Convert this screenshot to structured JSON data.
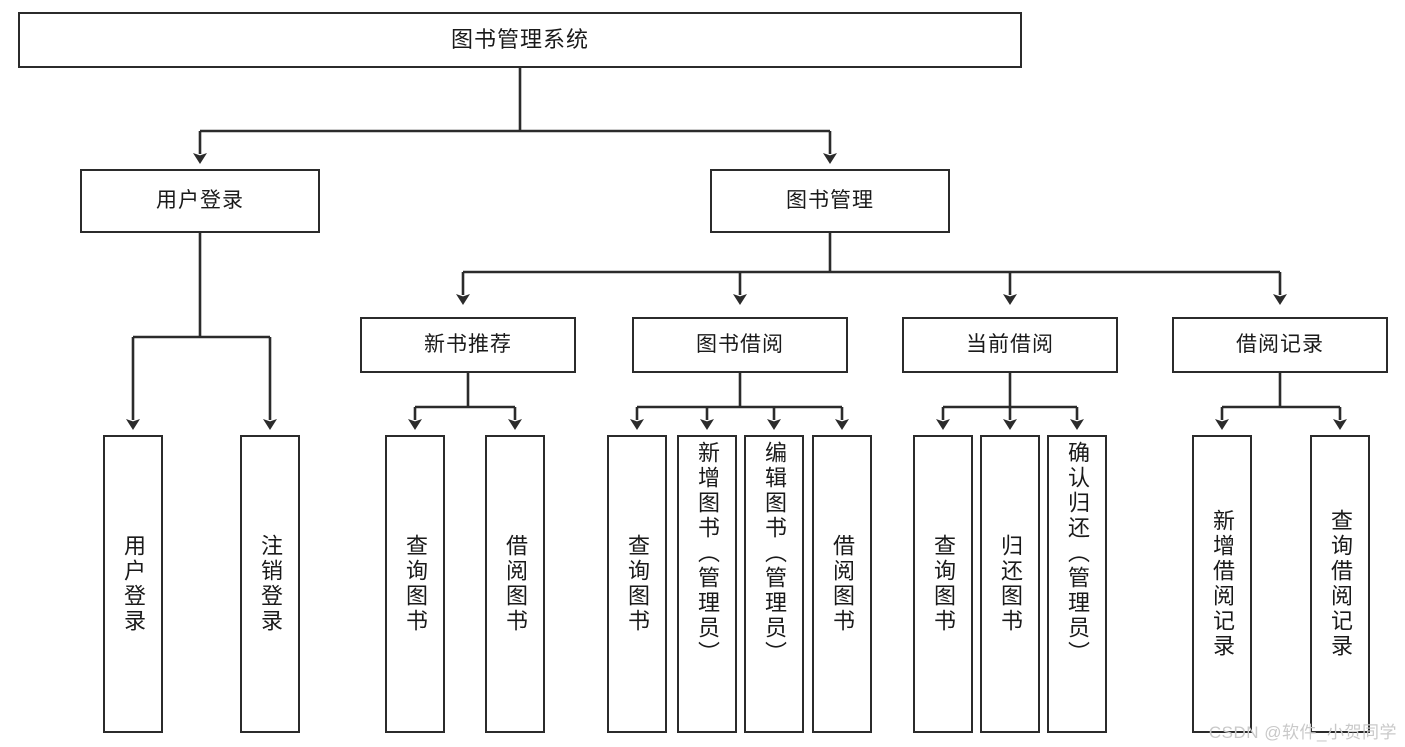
{
  "diagram": {
    "type": "tree-hierarchy",
    "title": "图书管理系统",
    "root": {
      "id": "root",
      "label": "图书管理系统"
    },
    "level2": [
      {
        "id": "user-login",
        "label": "用户登录"
      },
      {
        "id": "book-management",
        "label": "图书管理"
      }
    ],
    "level3": [
      {
        "id": "new-book-recommend",
        "label": "新书推荐",
        "parent": "book-management"
      },
      {
        "id": "book-borrow",
        "label": "图书借阅",
        "parent": "book-management"
      },
      {
        "id": "current-borrow",
        "label": "当前借阅",
        "parent": "book-management"
      },
      {
        "id": "borrow-record",
        "label": "借阅记录",
        "parent": "book-management"
      }
    ],
    "leaves": {
      "user_login": [
        {
          "id": "leaf-user-login",
          "label": "用户登录"
        },
        {
          "id": "leaf-logout",
          "label": "注销登录"
        }
      ],
      "new_book_recommend": [
        {
          "id": "leaf-query-book-1",
          "label": "查询图书"
        },
        {
          "id": "leaf-borrow-book-1",
          "label": "借阅图书"
        }
      ],
      "book_borrow": [
        {
          "id": "leaf-query-book-2",
          "label": "查询图书"
        },
        {
          "id": "leaf-add-book",
          "label": "新增图书（管理员）"
        },
        {
          "id": "leaf-edit-book",
          "label": "编辑图书（管理员）"
        },
        {
          "id": "leaf-borrow-book-2",
          "label": "借阅图书"
        }
      ],
      "current_borrow": [
        {
          "id": "leaf-query-book-3",
          "label": "查询图书"
        },
        {
          "id": "leaf-return-book",
          "label": "归还图书"
        },
        {
          "id": "leaf-confirm-return",
          "label": "确认归还（管理员）"
        }
      ],
      "borrow_record": [
        {
          "id": "leaf-add-record",
          "label": "新增借阅记录"
        },
        {
          "id": "leaf-query-record",
          "label": "查询借阅记录"
        }
      ]
    }
  },
  "watermark": {
    "text": "CSDN @软件_小贺同学"
  },
  "colors": {
    "border": "#2b2b2b",
    "background": "#ffffff",
    "text": "#1a1a1a",
    "line": "#2b2b2b",
    "watermark": "#c9c9c9"
  }
}
